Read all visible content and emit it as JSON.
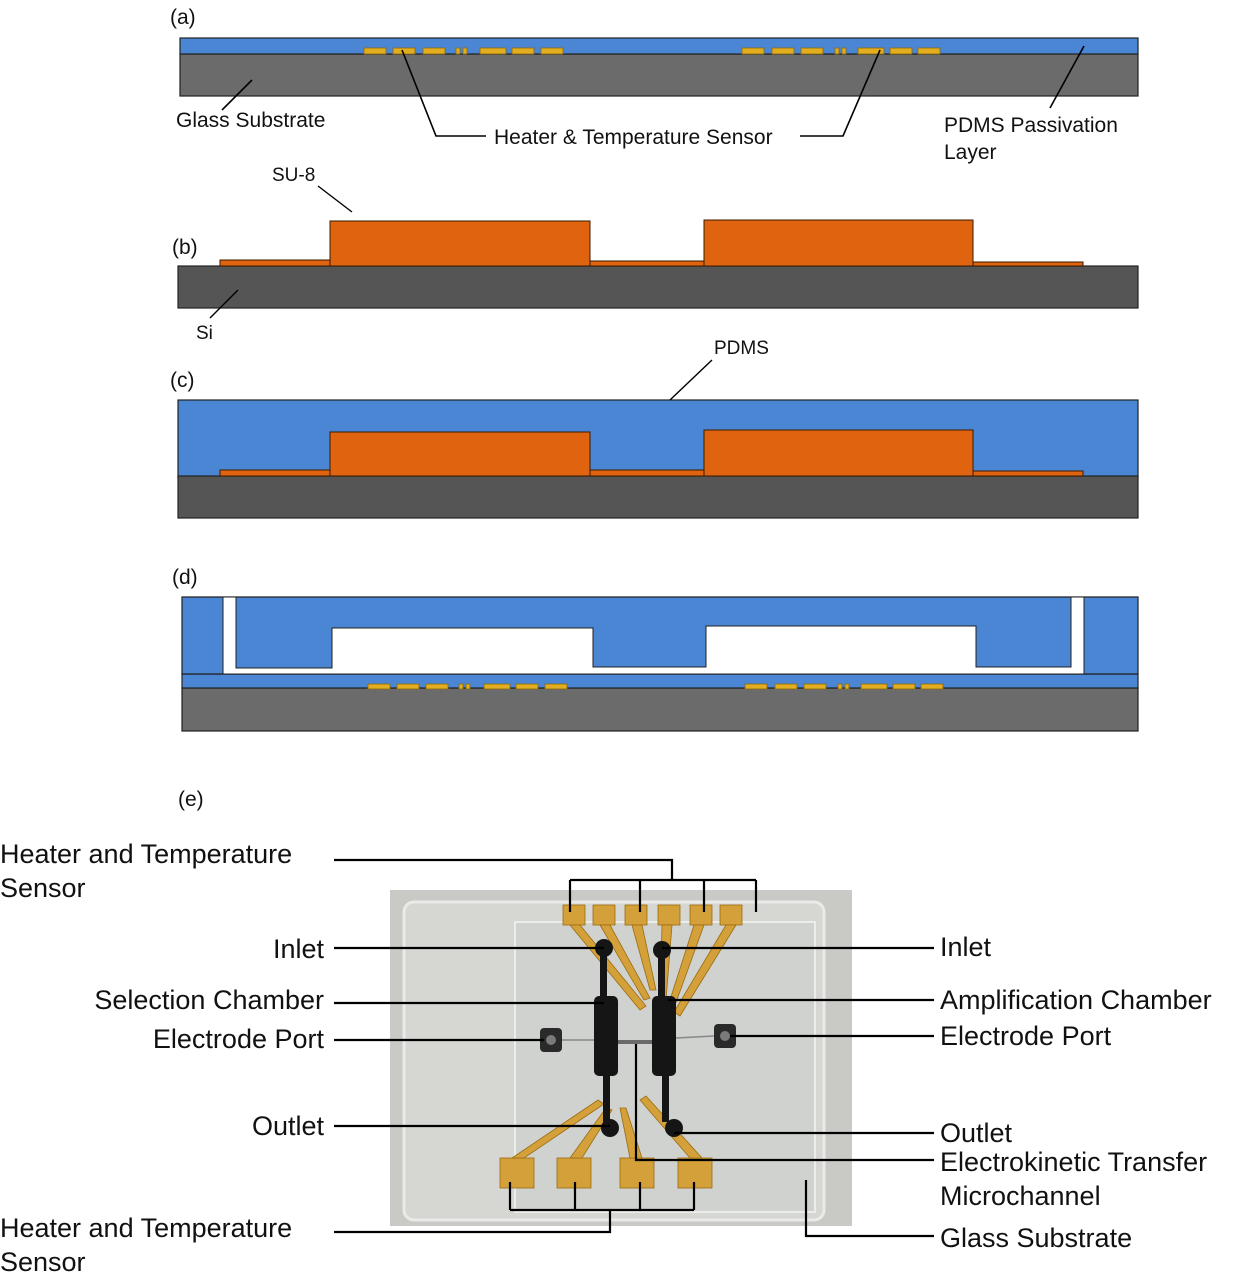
{
  "panels": {
    "a": {
      "tag": "(a)",
      "glass_substrate": "Glass Substrate",
      "heater_sensor": "Heater & Temperature  Sensor",
      "pdms_passivation": "PDMS Passivation",
      "pdms_passivation_2": "Layer"
    },
    "b": {
      "tag": "(b)",
      "su8": "SU-8",
      "si": "Si"
    },
    "c": {
      "tag": "(c)",
      "pdms": "PDMS"
    },
    "d": {
      "tag": "(d)"
    },
    "e": {
      "tag": "(e)",
      "heater_top_1": "Heater and Temperature",
      "heater_top_2": "Sensor",
      "inlet_left": "Inlet",
      "selection_chamber": "Selection Chamber",
      "electrode_port_left": "Electrode Port",
      "outlet_left": "Outlet",
      "heater_bottom_1": "Heater and Temperature",
      "heater_bottom_2": "Sensor",
      "inlet_right": "Inlet",
      "amplification_chamber": "Amplification Chamber",
      "electrode_port_right": "Electrode Port",
      "outlet_right": "Outlet",
      "ek_transfer_1": "Electrokinetic Transfer",
      "ek_transfer_2": "Microchannel",
      "glass_substrate": "Glass Substrate"
    }
  },
  "colors": {
    "pdms_blue": "#4a86d4",
    "substrate_gray": "#6b6b6b",
    "si_gray": "#555555",
    "su8_orange": "#e0640f",
    "heater_gold": "#e2ad1f",
    "photo_bg": "#c9c9c5"
  }
}
